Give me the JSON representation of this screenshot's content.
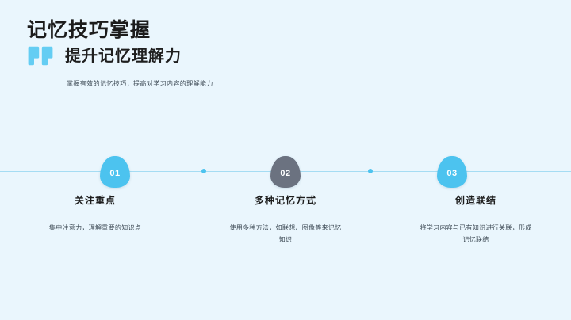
{
  "slide": {
    "background_color": "#eaf6fd",
    "accent_color": "#4cc3ef",
    "muted_marker_color": "#6b7280",
    "line_color": "#a5dcf3"
  },
  "header": {
    "main_title": "记忆技巧掌握",
    "quote_icon": "quote-mark-icon",
    "subtitle": "提升记忆理解力",
    "lead_text": "掌握有效的记忆技巧，提高对学习内容的理解能力"
  },
  "timeline": {
    "markers": [
      {
        "number": "01",
        "color": "#4cc3ef"
      },
      {
        "number": "02",
        "color": "#6b7280"
      },
      {
        "number": "03",
        "color": "#4cc3ef"
      }
    ],
    "dots": 2
  },
  "columns": [
    {
      "number": "01",
      "title": "关注重点",
      "body": "集中注意力，理解重要的知识点"
    },
    {
      "number": "02",
      "title": "多种记忆方式",
      "body": "使用多种方法，如联想、图像等来记忆知识"
    },
    {
      "number": "03",
      "title": "创造联结",
      "body": "将学习内容与已有知识进行关联，形成记忆联结"
    }
  ]
}
